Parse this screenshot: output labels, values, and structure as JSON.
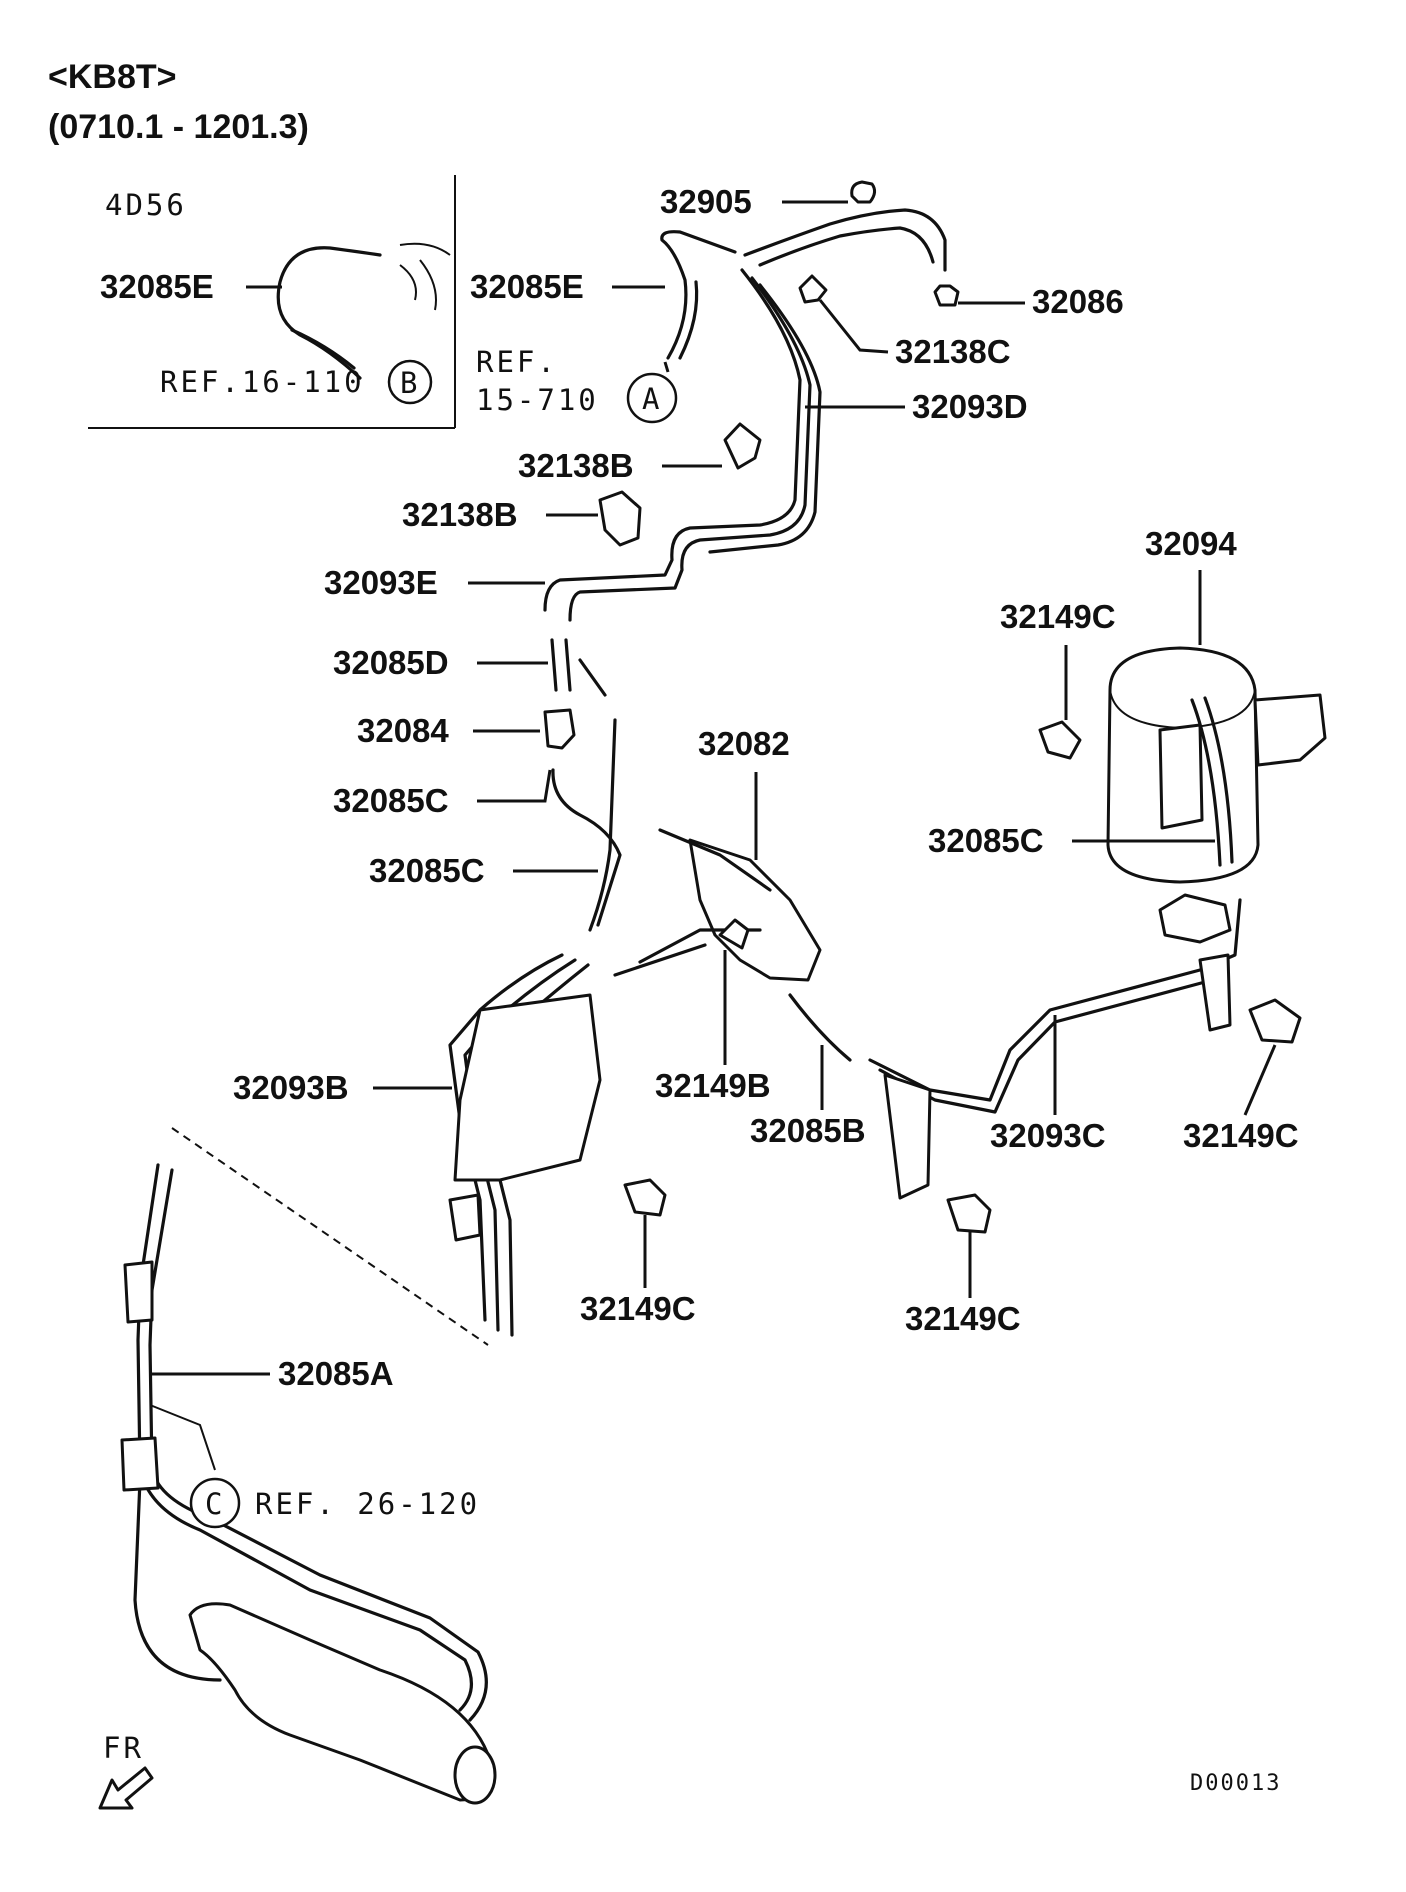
{
  "header": {
    "model": "<KB8T>",
    "range": "(0710.1 - 1201.3)"
  },
  "inset": {
    "engine": "4D56",
    "part": "32085E",
    "ref": "REF.16-110",
    "callout": "B"
  },
  "refs": {
    "a_ref_line1": "REF.",
    "a_ref_line2": "15-710",
    "a_callout": "A",
    "c_callout": "C",
    "c_ref": "REF. 26-120"
  },
  "labels": {
    "p32905": "32905",
    "p32085E": "32085E",
    "p32086": "32086",
    "p32138C": "32138C",
    "p32093D": "32093D",
    "p32138B_1": "32138B",
    "p32138B_2": "32138B",
    "p32093E": "32093E",
    "p32094": "32094",
    "p32149C_top": "32149C",
    "p32085D": "32085D",
    "p32084": "32084",
    "p32082": "32082",
    "p32085C_1": "32085C",
    "p32085C_2": "32085C",
    "p32085C_3": "32085C",
    "p32149B": "32149B",
    "p32085B": "32085B",
    "p32093C": "32093C",
    "p32149C_right": "32149C",
    "p32093B": "32093B",
    "p32149C_mid": "32149C",
    "p32149C_low": "32149C",
    "p32085A": "32085A"
  },
  "footer": {
    "fr": "FR",
    "code": "D00013"
  }
}
